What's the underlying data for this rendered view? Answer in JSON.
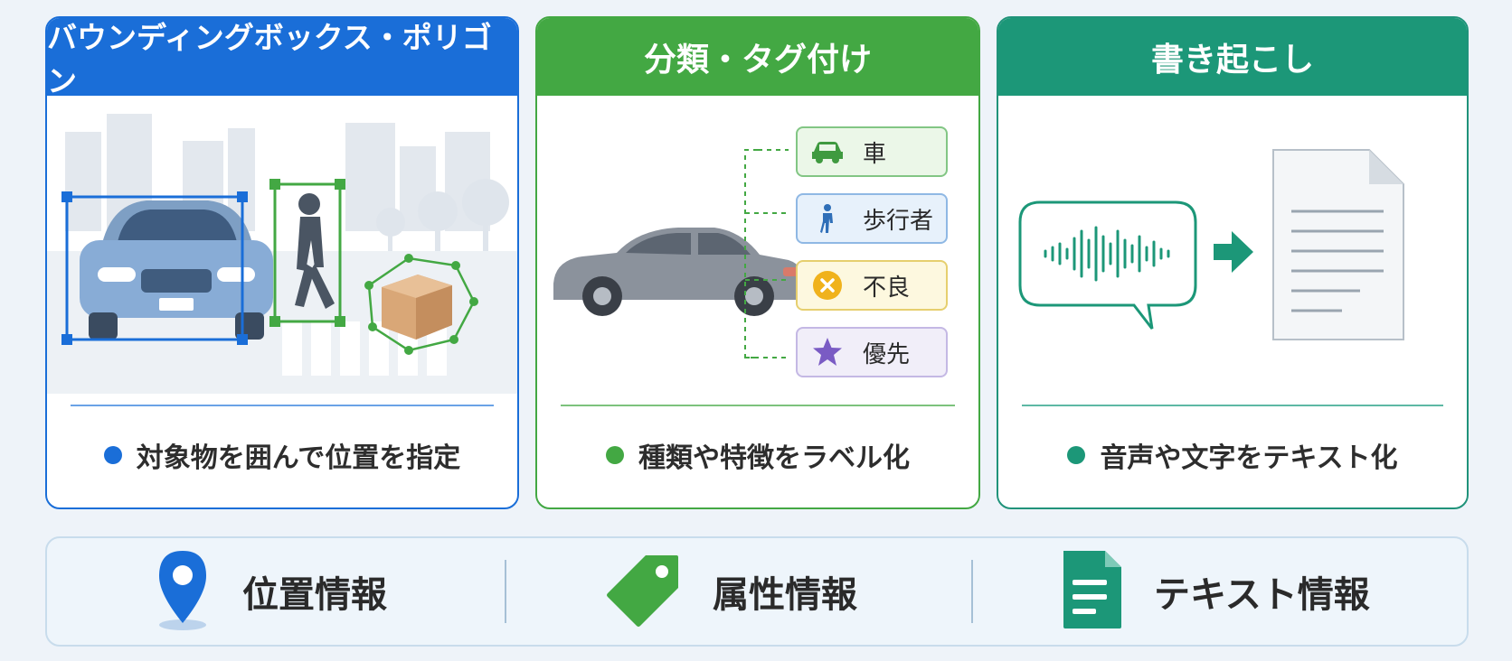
{
  "cards": [
    {
      "title": "バウンディングボックス・ポリゴン",
      "caption": "対象物を囲んで位置を指定",
      "color": "#1a6ed8"
    },
    {
      "title": "分類・タグ付け",
      "caption": "種類や特徴をラベル化",
      "color": "#43a843",
      "tags": [
        {
          "label": "車",
          "icon": "car-icon"
        },
        {
          "label": "歩行者",
          "icon": "pedestrian-icon"
        },
        {
          "label": "不良",
          "icon": "x-circle-icon"
        },
        {
          "label": "優先",
          "icon": "star-icon"
        }
      ]
    },
    {
      "title": "書き起こし",
      "caption": "音声や文字をテキスト化",
      "color": "#1c9778"
    }
  ],
  "summary": [
    {
      "label": "位置情報",
      "icon": "location-pin-icon",
      "color": "#1a6ed8"
    },
    {
      "label": "属性情報",
      "icon": "tag-icon",
      "color": "#43a843"
    },
    {
      "label": "テキスト情報",
      "icon": "document-icon",
      "color": "#1c9778"
    }
  ]
}
